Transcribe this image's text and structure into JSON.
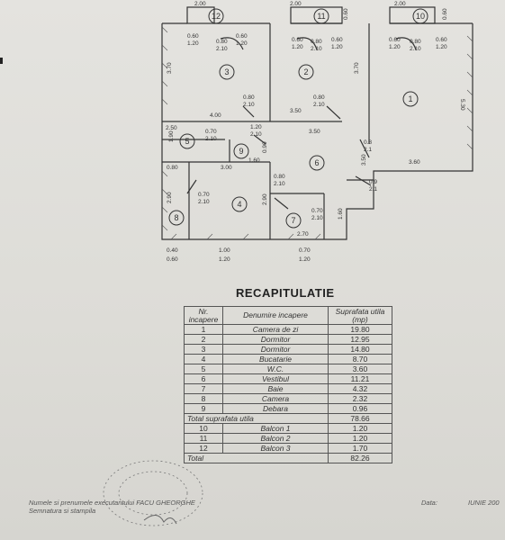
{
  "plan": {
    "rooms": [
      "1",
      "2",
      "3",
      "4",
      "5",
      "6",
      "7",
      "8",
      "9",
      "10",
      "11",
      "12"
    ],
    "dimensions": {
      "top_2_00_left": "2.00",
      "top_2_00_mid": "2.00",
      "top_2_00_right": "2.00",
      "balcony_side_mid": "0.60",
      "balcony_side_right": "0.60",
      "r3_win_a": "0.60",
      "r3_win_b": "1.20",
      "r3_door_a": "0.80",
      "r3_door_b": "2.10",
      "r2_win_a": "0.60",
      "r2_win_b": "1.20",
      "r2_door_a": "0.80",
      "r2_door_b": "2.10",
      "r2_win2_a": "0.60",
      "r2_win2_b": "1.20",
      "r1_win_a": "0.60",
      "r1_win_b": "1.20",
      "r1_door_a": "0.80",
      "r1_door_b": "2.10",
      "r1_win2_a": "0.60",
      "r1_win2_b": "1.20",
      "r3_height": "3.70",
      "r2_height": "3.70",
      "r1_height": "5.30",
      "r3_door_low_a": "0.80",
      "r3_door_low_b": "2.10",
      "r2_door_low_a": "0.80",
      "r2_door_low_b": "2.10",
      "r3_width": "4.00",
      "r2_width": "3.50",
      "hall_width": "3.50",
      "r5_width": "2.50",
      "r5_door_a": "0.70",
      "r5_door_b": "2.10",
      "r9_door_a": "1.20",
      "r9_door_b": "2.10",
      "r5_height": "1.90",
      "r9_width": "1.60",
      "r9_height": "0.90",
      "r8_width": "0.80",
      "r4_width": "3.00",
      "r1_width": "3.60",
      "r1_door_side_a": "0.8",
      "r1_door_side_b": "2.1",
      "hall_side": "3.50",
      "r4_door_a": "0.70",
      "r4_door_b": "2.10",
      "r4_height": "2.90",
      "r6_door_a": "0.80",
      "r6_door_b": "2.10",
      "r7_door_a": "0.70",
      "r7_door_b": "2.10",
      "r7_height": "1.60",
      "r7_width": "2.70",
      "r8_height": "2.90",
      "side_0_9": "0.9",
      "side_2_1": "2.1",
      "bottom_a1": "0.40",
      "bottom_a2": "0.60",
      "bottom_b1": "1.00",
      "bottom_b2": "1.20",
      "bottom_c1": "0.70",
      "bottom_c2": "1.20"
    }
  },
  "recap": {
    "title": "RECAPITULATIE",
    "headers": [
      "Nr. incapere",
      "Denumire incapere",
      "Suprafata utila (mp)"
    ],
    "rows": [
      [
        "1",
        "Camera de zi",
        "19.80"
      ],
      [
        "2",
        "Dormitor",
        "12.95"
      ],
      [
        "3",
        "Dormitor",
        "14.80"
      ],
      [
        "4",
        "Bucatarie",
        "8.70"
      ],
      [
        "5",
        "W.C.",
        "3.60"
      ],
      [
        "6",
        "Vestibul",
        "11.21"
      ],
      [
        "7",
        "Baie",
        "4.32"
      ],
      [
        "8",
        "Camera",
        "2.32"
      ],
      [
        "9",
        "Debara",
        "0.96"
      ]
    ],
    "total_label": "Total suprafata utila",
    "total_value": "78.66",
    "balcony_rows": [
      [
        "10",
        "Balcon 1",
        "1.20"
      ],
      [
        "11",
        "Balcon 2",
        "1.20"
      ],
      [
        "12",
        "Balcon 3",
        "1.70"
      ]
    ],
    "grand_label": "Total",
    "grand_value": "82.26"
  },
  "footer": {
    "line1": "Numele si prenumele executantului FACU GHEORGHE",
    "line2": "Semnatura si stampila",
    "date_label": "Data:",
    "date_value": "IUNIE 200"
  }
}
